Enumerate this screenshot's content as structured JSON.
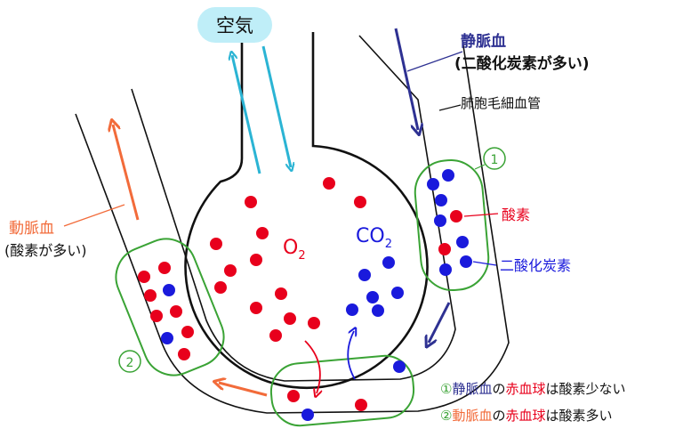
{
  "air_label": "空気",
  "venous": {
    "title": "静脈血",
    "note": "(二酸化炭素が多い)"
  },
  "capillary_label": "肺胞毛細血管",
  "arterial": {
    "title": "動脈血",
    "note": "(酸素が多い)"
  },
  "oxygen_label": "酸素",
  "co2_label": "二酸化炭素",
  "marker_1": "①",
  "marker_2": "②",
  "gas_o2": {
    "base": "O",
    "sub": "2"
  },
  "gas_co2": {
    "base": "CO",
    "sub": "2"
  },
  "legend": [
    {
      "num": "①",
      "blood": "静脈血",
      "p1": "の",
      "rbc": "赤血球",
      "rest": "は酸素少ない"
    },
    {
      "num": "②",
      "blood": "動脈血",
      "p1": "の",
      "rbc": "赤血球",
      "rest": "は酸素多い"
    }
  ],
  "colors": {
    "oxygen": "#e8001c",
    "co2": "#1a1adc",
    "air": "#2bb4d4",
    "air_bubble": "#bfeef8",
    "arterial": "#f26b3a",
    "venous": "#2e3192",
    "cell_outline": "#3aa335"
  }
}
